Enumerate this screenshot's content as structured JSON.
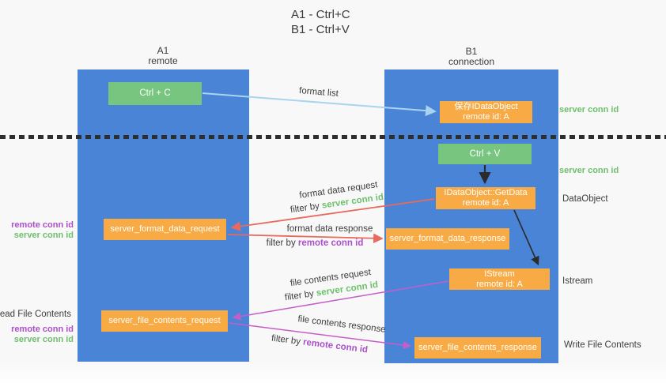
{
  "title": {
    "line1": "A1 - Ctrl+C",
    "line2": "B1 - Ctrl+V"
  },
  "columns": {
    "left": {
      "name": "A1",
      "role": "remote"
    },
    "right": {
      "name": "B1",
      "role": "connection"
    }
  },
  "nodes": {
    "ctrl_c": {
      "label": "Ctrl + C"
    },
    "ctrl_v": {
      "label": "Ctrl + V"
    },
    "save_dataobject": {
      "line1": "保存IDataObject",
      "line2": "remote id: A"
    },
    "getdata": {
      "line1": "IDataObject::GetData",
      "line2": "remote id: A"
    },
    "istream": {
      "line1": "IStream",
      "line2": "remote id: A"
    },
    "format_request": {
      "label": "server_format_data_request"
    },
    "format_response": {
      "label": "server_format_data_response"
    },
    "file_request": {
      "label": "server_file_contents_request"
    },
    "file_response": {
      "label": "server_file_contents_response"
    }
  },
  "flow_labels": {
    "format_list": "format list",
    "format_data_request": "format data request",
    "format_data_response": "format data response",
    "file_contents_request": "file contents request",
    "file_contents_response": "file contents response",
    "filter_by": "filter by",
    "server_conn_id": "server conn id",
    "remote_conn_id": "remote conn id"
  },
  "side_labels": {
    "read_file_contents": "Read File Contents",
    "write_file_contents": "Write File Contents",
    "dataobject": "DataObject",
    "istream": "Istream",
    "server_conn_id": "server conn id",
    "remote_conn_id": "remote conn id"
  },
  "colors": {
    "column_blue": "#4a84d7",
    "box_green": "#77c57e",
    "box_orange": "#f8ab45",
    "arrow_red": "#e8695e",
    "arrow_magenta": "#c45ec9",
    "arrow_blue": "#a9d4ef",
    "arrow_black": "#2b2b2b",
    "text_green": "#6dbf6d",
    "text_purple": "#ab50c8",
    "text_dark": "#3d3d3d"
  }
}
